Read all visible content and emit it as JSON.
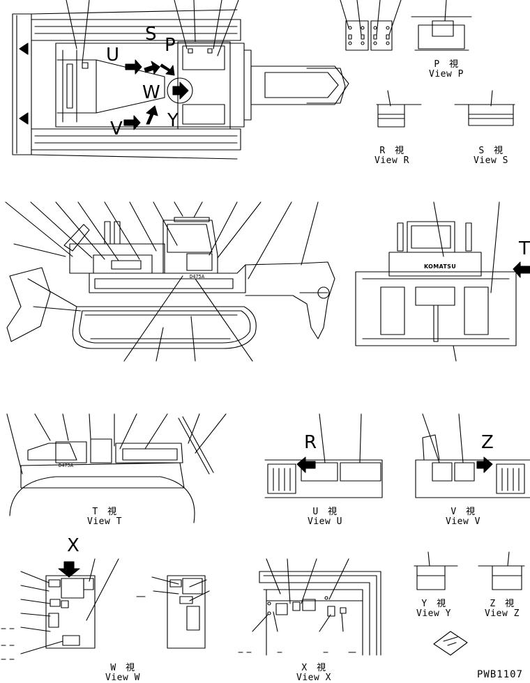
{
  "views": {
    "P": {
      "jp": "P　視",
      "en": "View P"
    },
    "R": {
      "jp": "R　視",
      "en": "View R"
    },
    "S": {
      "jp": "S　視",
      "en": "View S"
    },
    "T": {
      "jp": "T　視",
      "en": "View T"
    },
    "U": {
      "jp": "U　視",
      "en": "View U"
    },
    "V": {
      "jp": "V　視",
      "en": "View V"
    },
    "W": {
      "jp": "W　視",
      "en": "View W"
    },
    "X": {
      "jp": "X　視",
      "en": "View X"
    },
    "Y": {
      "jp": "Y　視",
      "en": "View Y"
    },
    "Z": {
      "jp": "Z　視",
      "en": "View Z"
    }
  },
  "arrow_letters": {
    "S": "S",
    "P": "P",
    "U": "U",
    "W": "W",
    "V": "V",
    "Y": "Y",
    "T": "T",
    "R": "R",
    "Z": "Z",
    "X": "X"
  },
  "brand_text": "KOMATSU",
  "cab_plate_text": "D475A",
  "drawing_code": "PWB1107"
}
